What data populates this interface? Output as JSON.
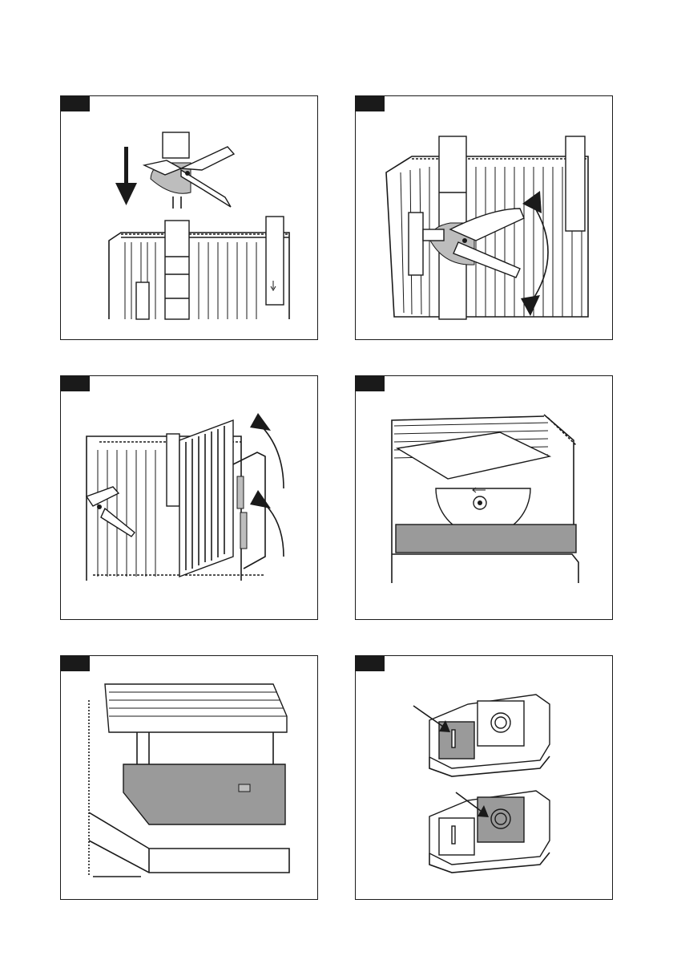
{
  "figures": [
    {
      "id": "fig-1",
      "illustration": "clamp-lowered-onto-table"
    },
    {
      "id": "fig-2",
      "illustration": "clamp-on-table-rotate"
    },
    {
      "id": "fig-3",
      "illustration": "table-extension-fold-up"
    },
    {
      "id": "fig-4",
      "illustration": "blade-and-water-tray"
    },
    {
      "id": "fig-5",
      "illustration": "water-reservoir-under-table"
    },
    {
      "id": "fig-6",
      "illustration": "sponge-insert-positions"
    }
  ],
  "colors": {
    "line": "#1a1a1a",
    "shade": "#9a9a9a",
    "light_shade": "#bdbdbd",
    "tab": "#1a1a1a"
  }
}
